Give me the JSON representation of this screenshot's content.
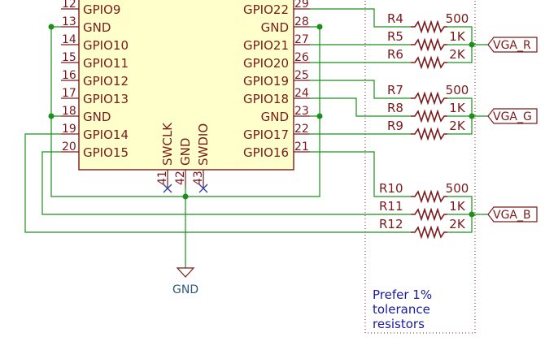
{
  "left_pins": [
    {
      "num": "12",
      "name": "GPIO9"
    },
    {
      "num": "13",
      "name": "GND"
    },
    {
      "num": "14",
      "name": "GPIO10"
    },
    {
      "num": "15",
      "name": "GPIO11"
    },
    {
      "num": "16",
      "name": "GPIO12"
    },
    {
      "num": "17",
      "name": "GPIO13"
    },
    {
      "num": "18",
      "name": "GND"
    },
    {
      "num": "19",
      "name": "GPIO14"
    },
    {
      "num": "20",
      "name": "GPIO15"
    }
  ],
  "right_pins": [
    {
      "num": "29",
      "name": "GPIO22"
    },
    {
      "num": "28",
      "name": "GND"
    },
    {
      "num": "27",
      "name": "GPIO21"
    },
    {
      "num": "26",
      "name": "GPIO20"
    },
    {
      "num": "25",
      "name": "GPIO19"
    },
    {
      "num": "24",
      "name": "GPIO18"
    },
    {
      "num": "23",
      "name": "GND"
    },
    {
      "num": "22",
      "name": "GPIO17"
    },
    {
      "num": "21",
      "name": "GPIO16"
    }
  ],
  "bottom_pins": [
    {
      "num": "41",
      "name": "SWCLK"
    },
    {
      "num": "42",
      "name": "GND"
    },
    {
      "num": "43",
      "name": "SWDIO"
    }
  ],
  "resistors": [
    {
      "ref": "R4",
      "value": "500"
    },
    {
      "ref": "R5",
      "value": "1K"
    },
    {
      "ref": "R6",
      "value": "2K"
    },
    {
      "ref": "R7",
      "value": "500"
    },
    {
      "ref": "R8",
      "value": "1K"
    },
    {
      "ref": "R9",
      "value": "2K"
    },
    {
      "ref": "R10",
      "value": "500"
    },
    {
      "ref": "R11",
      "value": "1K"
    },
    {
      "ref": "R12",
      "value": "2K"
    }
  ],
  "net_labels": [
    "VGA_R",
    "VGA_G",
    "VGA_B"
  ],
  "gnd_label": "GND",
  "note_lines": [
    "Prefer 1%",
    "tolerance",
    "resistors"
  ],
  "colors": {
    "pin": "#7a1a1a",
    "wire": "#1a8f1a",
    "body_fill": "#ffffcc",
    "note": "#1a1aa0",
    "no_connect": "#3344aa"
  }
}
